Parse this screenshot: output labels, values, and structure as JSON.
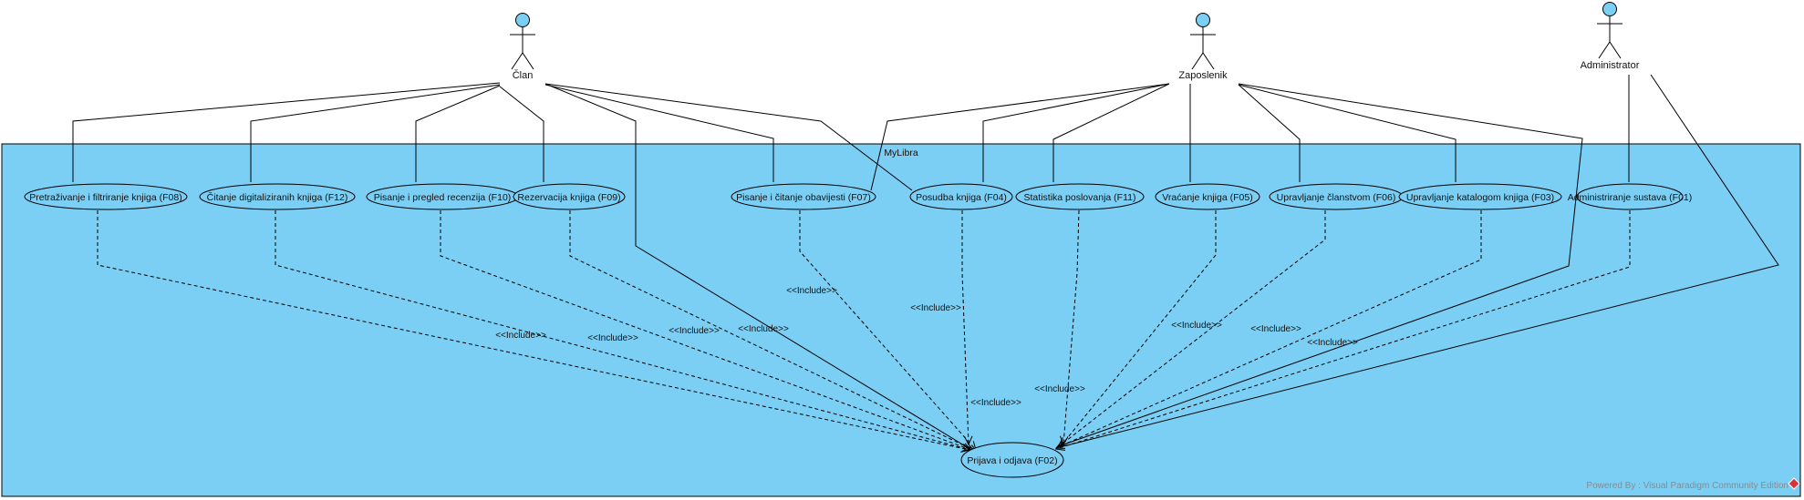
{
  "system": {
    "name": "MyLibra"
  },
  "watermark": "Powered By : Visual Paradigm Community Edition",
  "actors": [
    {
      "id": "clan",
      "name": "Član"
    },
    {
      "id": "zaposlenik",
      "name": "Zaposlenik"
    },
    {
      "id": "administrator",
      "name": "Administrator"
    }
  ],
  "use_cases": [
    {
      "id": "F08",
      "label": "Pretraživanje i filtriranje knjiga (F08)"
    },
    {
      "id": "F12",
      "label": "Čitanje digitaliziranih knjiga (F12)"
    },
    {
      "id": "F10",
      "label": "Pisanje i pregled recenzija (F10)"
    },
    {
      "id": "F09",
      "label": "Rezervacija knjiga (F09)"
    },
    {
      "id": "F07",
      "label": "Pisanje i čitanje obavijesti (F07)"
    },
    {
      "id": "F04",
      "label": "Posudba knjiga (F04)"
    },
    {
      "id": "F11",
      "label": "Statistika poslovanja (F11)"
    },
    {
      "id": "F05",
      "label": "Vraćanje knjiga (F05)"
    },
    {
      "id": "F06",
      "label": "Upravljanje članstvom (F06)"
    },
    {
      "id": "F03",
      "label": "Upravljanje katalogom knjiga (F03)"
    },
    {
      "id": "F01",
      "label": "Administriranje sustava (F01)"
    },
    {
      "id": "F02",
      "label": "Prijava i odjava (F02)"
    }
  ],
  "associations": [
    {
      "actor": "clan",
      "use_case": "F08"
    },
    {
      "actor": "clan",
      "use_case": "F12"
    },
    {
      "actor": "clan",
      "use_case": "F10"
    },
    {
      "actor": "clan",
      "use_case": "F09"
    },
    {
      "actor": "clan",
      "use_case": "F07"
    },
    {
      "actor": "clan",
      "use_case": "F04"
    },
    {
      "actor": "clan",
      "use_case": "F02"
    },
    {
      "actor": "zaposlenik",
      "use_case": "F07"
    },
    {
      "actor": "zaposlenik",
      "use_case": "F04"
    },
    {
      "actor": "zaposlenik",
      "use_case": "F11"
    },
    {
      "actor": "zaposlenik",
      "use_case": "F05"
    },
    {
      "actor": "zaposlenik",
      "use_case": "F06"
    },
    {
      "actor": "zaposlenik",
      "use_case": "F03"
    },
    {
      "actor": "zaposlenik",
      "use_case": "F02"
    },
    {
      "actor": "administrator",
      "use_case": "F01"
    },
    {
      "actor": "administrator",
      "use_case": "F02"
    }
  ],
  "includes": [
    {
      "from": "F08",
      "to": "F02",
      "label": "<<Include>>"
    },
    {
      "from": "F12",
      "to": "F02",
      "label": "<<Include>>"
    },
    {
      "from": "F10",
      "to": "F02",
      "label": "<<Include>>"
    },
    {
      "from": "F09",
      "to": "F02",
      "label": "<<Include>>"
    },
    {
      "from": "F07",
      "to": "F02",
      "label": "<<Include>>"
    },
    {
      "from": "F04",
      "to": "F02",
      "label": "<<Include>>"
    },
    {
      "from": "F11",
      "to": "F02",
      "label": "<<Include>>"
    },
    {
      "from": "F05",
      "to": "F02",
      "label": "<<Include>>"
    },
    {
      "from": "F06",
      "to": "F02",
      "label": "<<Include>>"
    },
    {
      "from": "F03",
      "to": "F02",
      "label": "<<Include>>"
    },
    {
      "from": "F01",
      "to": "F02",
      "label": "<<Include>>"
    }
  ],
  "colors": {
    "system_fill": "#7ccff4",
    "actor_head": "#7ccff4",
    "use_case_fill": "#7ccff4",
    "line": "#000000",
    "watermark_icon": "#d9343a"
  }
}
